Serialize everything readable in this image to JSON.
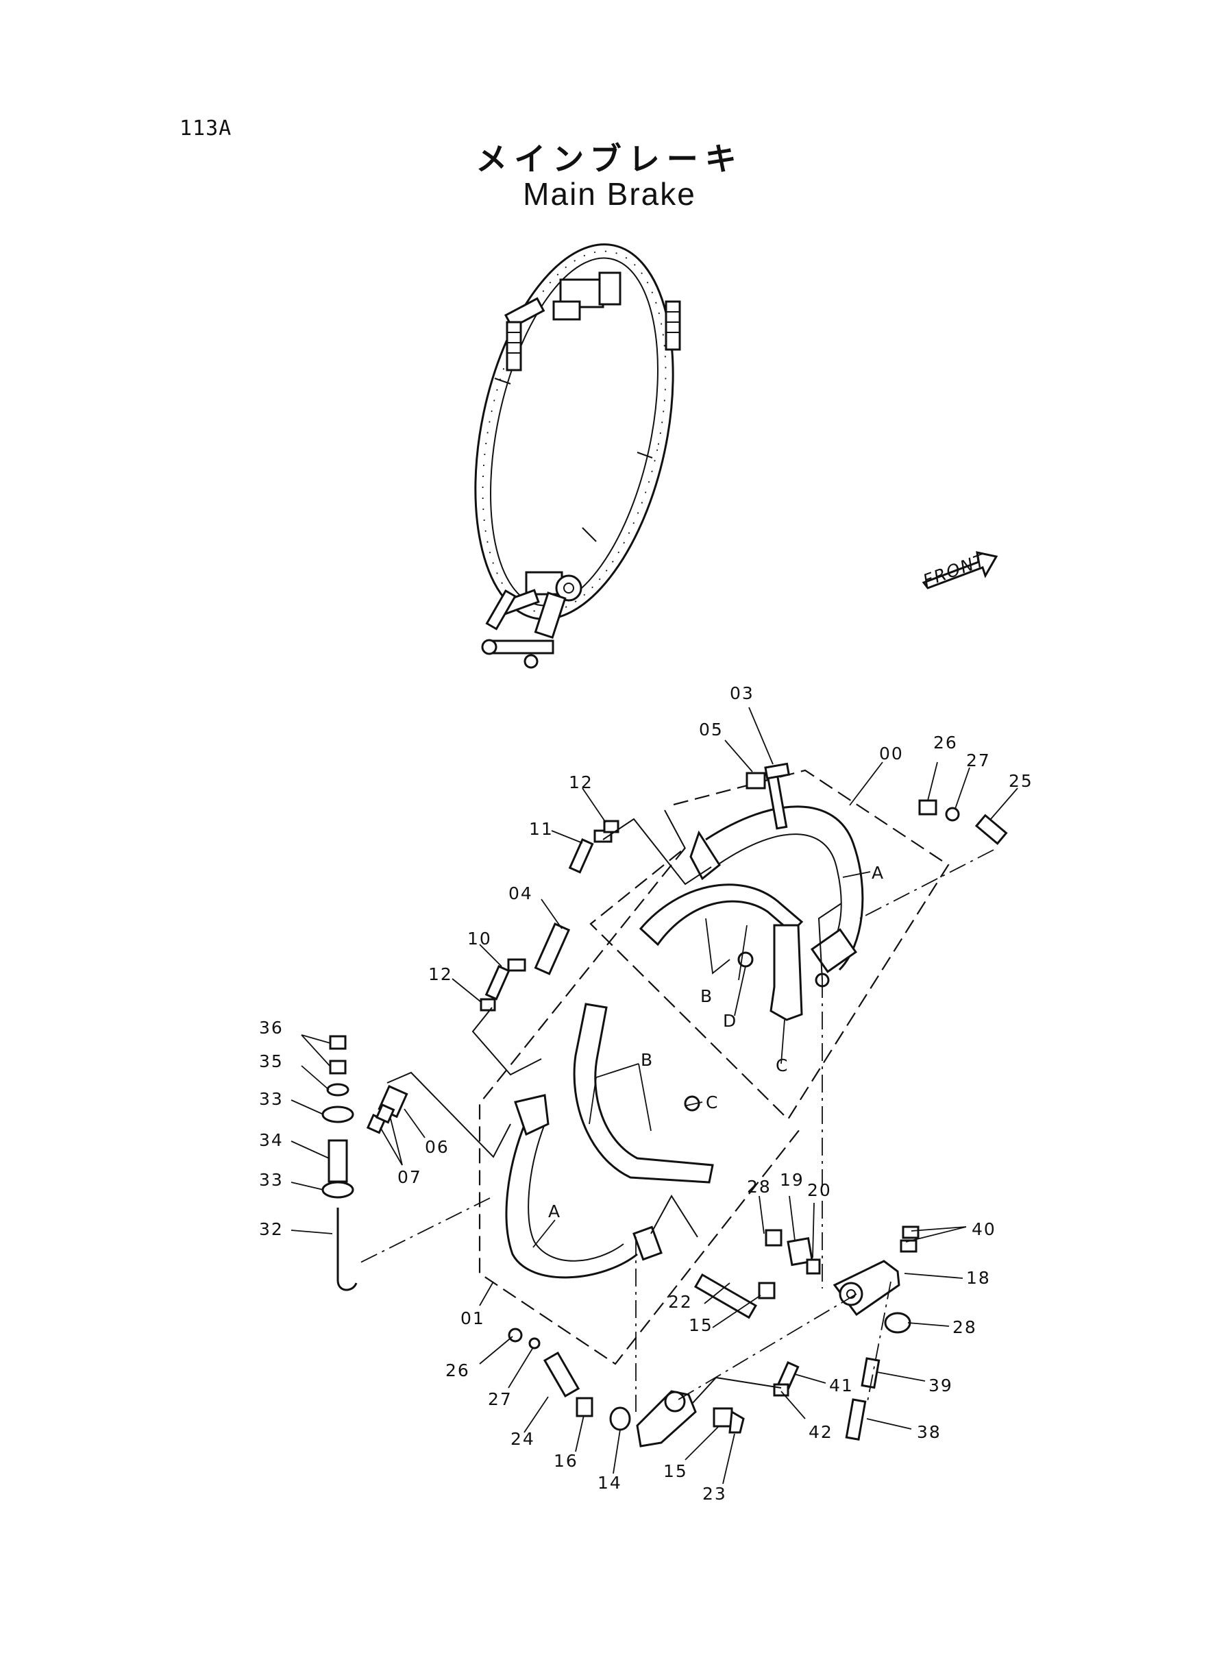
{
  "header": {
    "page_number": "113A",
    "title_jp": "メインブレーキ",
    "title_en": "Main Brake"
  },
  "direction_badge": {
    "label": "FRONT"
  },
  "parts": [
    {
      "id": "p00",
      "label": "00"
    },
    {
      "id": "p01",
      "label": "01"
    },
    {
      "id": "p03",
      "label": "03"
    },
    {
      "id": "p04",
      "label": "04"
    },
    {
      "id": "p05",
      "label": "05"
    },
    {
      "id": "p06",
      "label": "06"
    },
    {
      "id": "p07",
      "label": "07"
    },
    {
      "id": "p10",
      "label": "10"
    },
    {
      "id": "p11",
      "label": "11"
    },
    {
      "id": "p12a",
      "label": "12"
    },
    {
      "id": "p12b",
      "label": "12"
    },
    {
      "id": "p14",
      "label": "14"
    },
    {
      "id": "p15a",
      "label": "15"
    },
    {
      "id": "p15b",
      "label": "15"
    },
    {
      "id": "p16",
      "label": "16"
    },
    {
      "id": "p18",
      "label": "18"
    },
    {
      "id": "p19",
      "label": "19"
    },
    {
      "id": "p20",
      "label": "20"
    },
    {
      "id": "p22",
      "label": "22"
    },
    {
      "id": "p23",
      "label": "23"
    },
    {
      "id": "p24",
      "label": "24"
    },
    {
      "id": "p25",
      "label": "25"
    },
    {
      "id": "p26a",
      "label": "26"
    },
    {
      "id": "p26b",
      "label": "26"
    },
    {
      "id": "p27a",
      "label": "27"
    },
    {
      "id": "p27b",
      "label": "27"
    },
    {
      "id": "p28a",
      "label": "28"
    },
    {
      "id": "p28b",
      "label": "28"
    },
    {
      "id": "p32",
      "label": "32"
    },
    {
      "id": "p33a",
      "label": "33"
    },
    {
      "id": "p33b",
      "label": "33"
    },
    {
      "id": "p34",
      "label": "34"
    },
    {
      "id": "p35",
      "label": "35"
    },
    {
      "id": "p36",
      "label": "36"
    },
    {
      "id": "p38",
      "label": "38"
    },
    {
      "id": "p39",
      "label": "39"
    },
    {
      "id": "p40",
      "label": "40"
    },
    {
      "id": "p41",
      "label": "41"
    },
    {
      "id": "p42",
      "label": "42"
    }
  ],
  "letter_refs": {
    "A": "A",
    "B": "B",
    "C": "C",
    "D": "D"
  }
}
